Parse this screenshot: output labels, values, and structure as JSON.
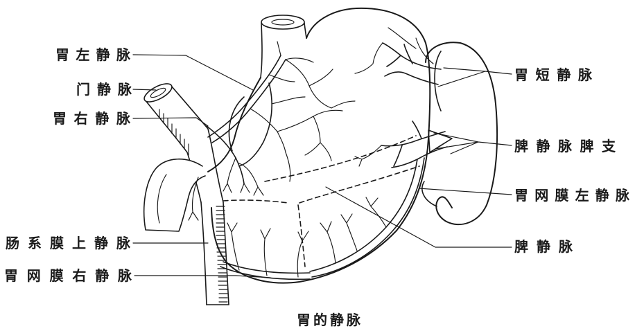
{
  "caption": "胃的静脉",
  "labels": {
    "left_gastric_vein": "胃左静脉",
    "portal_vein": "门静脉",
    "right_gastric_vein": "胃右静脉",
    "superior_mesenteric_vein": "肠系膜上静脉",
    "right_gastroepiploic_vein": "胃网膜右静脉",
    "short_gastric_veins": "胃短静脉",
    "splenic_vein_splenic_branches": "脾静脉脾支",
    "left_gastroepiploic_vein": "胃网膜左静脉",
    "splenic_vein": "脾静脉"
  },
  "colors": {
    "ink": "#1a1a1a",
    "paper": "#ffffff"
  }
}
